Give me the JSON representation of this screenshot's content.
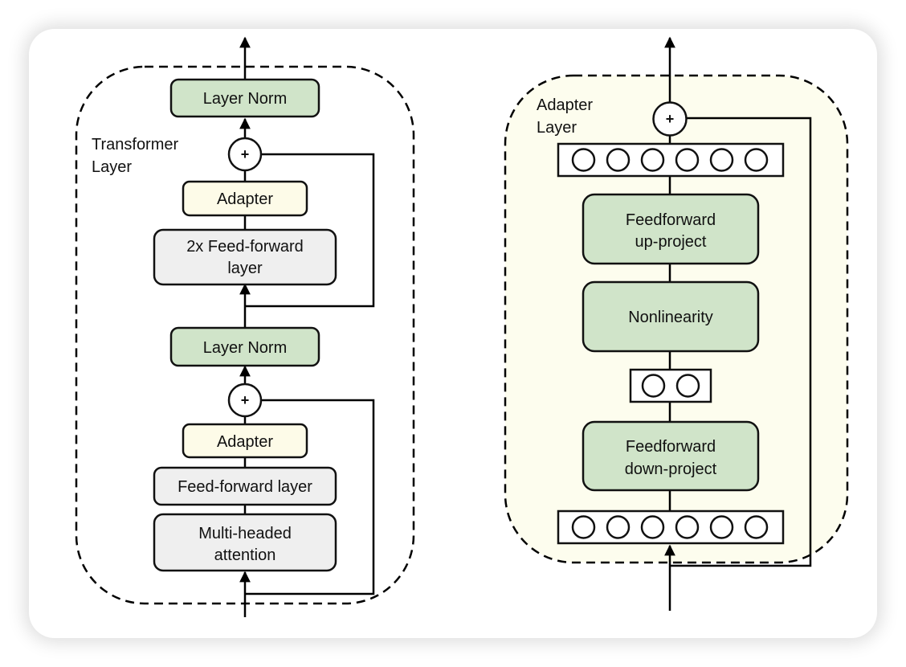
{
  "colors": {
    "layer_norm_fill": "#d0e4c9",
    "adapter_fill": "#fdfbe8",
    "feedforward_fill": "#efefef",
    "adapter_panel_fill": "#fdfdee",
    "adapter_green_fill": "#d0e4c9",
    "stroke": "#111111"
  },
  "transformer_layer": {
    "title_line1": "Transformer",
    "title_line2": "Layer",
    "top_layer_norm": "Layer Norm",
    "top_residual_sum": "+",
    "top_adapter": "Adapter",
    "ffn_line1": "2x Feed-forward",
    "ffn_line2": "layer",
    "mid_layer_norm": "Layer Norm",
    "bottom_residual_sum": "+",
    "bottom_adapter": "Adapter",
    "feed_forward": "Feed-forward layer",
    "attention_line1": "Multi-headed",
    "attention_line2": "attention"
  },
  "adapter_layer": {
    "title_line1": "Adapter",
    "title_line2": "Layer",
    "residual_sum": "+",
    "output_neurons": 6,
    "up_project_line1": "Feedforward",
    "up_project_line2": "up-project",
    "nonlinearity": "Nonlinearity",
    "bottleneck_neurons": 2,
    "down_project_line1": "Feedforward",
    "down_project_line2": "down-project",
    "input_neurons": 6
  }
}
